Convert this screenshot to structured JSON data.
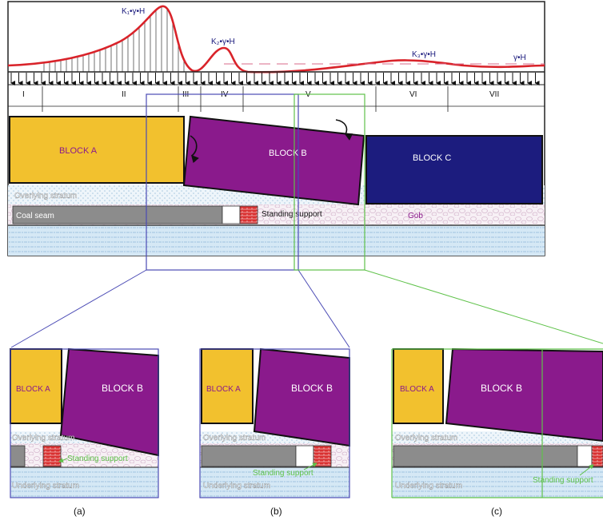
{
  "stress": {
    "k1": "K₁•γ•H",
    "k2": "K₂•γ•H",
    "k3": "K₃•γ•H",
    "gh": "γ•H"
  },
  "zones": [
    "I",
    "II",
    "III",
    "IV",
    "V",
    "VI",
    "VII"
  ],
  "main": {
    "block_a": "BLOCK A",
    "block_b": "BLOCK B",
    "block_c": "BLOCK C",
    "overlying": "Overlying stratum",
    "coal": "Coal seam",
    "support": "Standing support",
    "gob": "Gob"
  },
  "detail": {
    "block_a": "BLOCK A",
    "block_b": "BLOCK B",
    "overlying": "Overlying stratum",
    "underlying": "Underlying stratum",
    "support": "Standing support"
  },
  "captions": [
    "(a)",
    "(b)",
    "(c)"
  ],
  "colors": {
    "block_a": "#f2c12e",
    "block_b": "#8a1a8c",
    "block_c": "#1c1c7e",
    "curve": "#d9232a",
    "support": "#d93030",
    "coal": "#8c8c8c",
    "strata": "#cfe3f2",
    "support_label": "#5fc24a"
  }
}
